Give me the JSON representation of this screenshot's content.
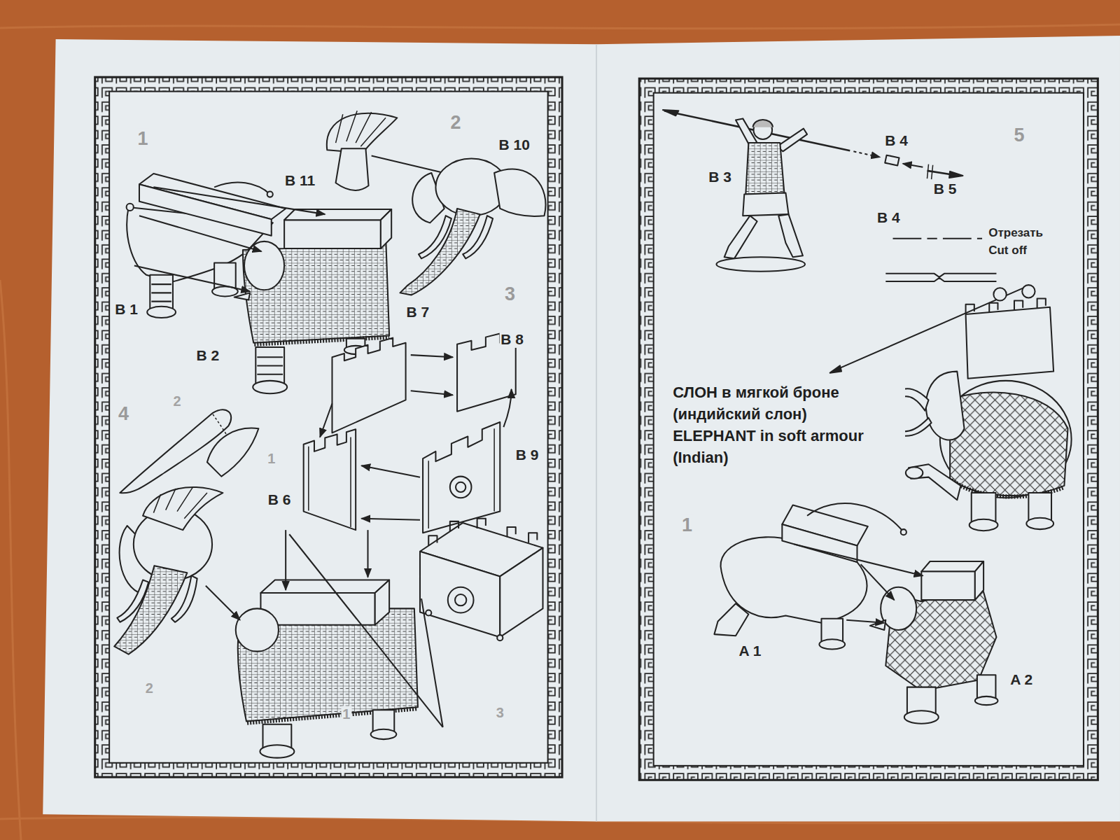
{
  "diagram": {
    "labels": [
      "1",
      "2",
      "B 10",
      "B 11",
      "B 1",
      "B 2",
      "B 7",
      "3",
      "B 8",
      "4",
      "2",
      "1",
      "B 9",
      "B 6",
      "2",
      "1",
      "3",
      "B 4",
      "5",
      "B 3",
      "B 5",
      "B 4",
      "Отрезать",
      "Cut off",
      "СЛОН в мягкой броне (индийский слон)",
      "ELEPHANT in soft armour (Indian)",
      "1",
      "A 1",
      "A 2"
    ]
  }
}
